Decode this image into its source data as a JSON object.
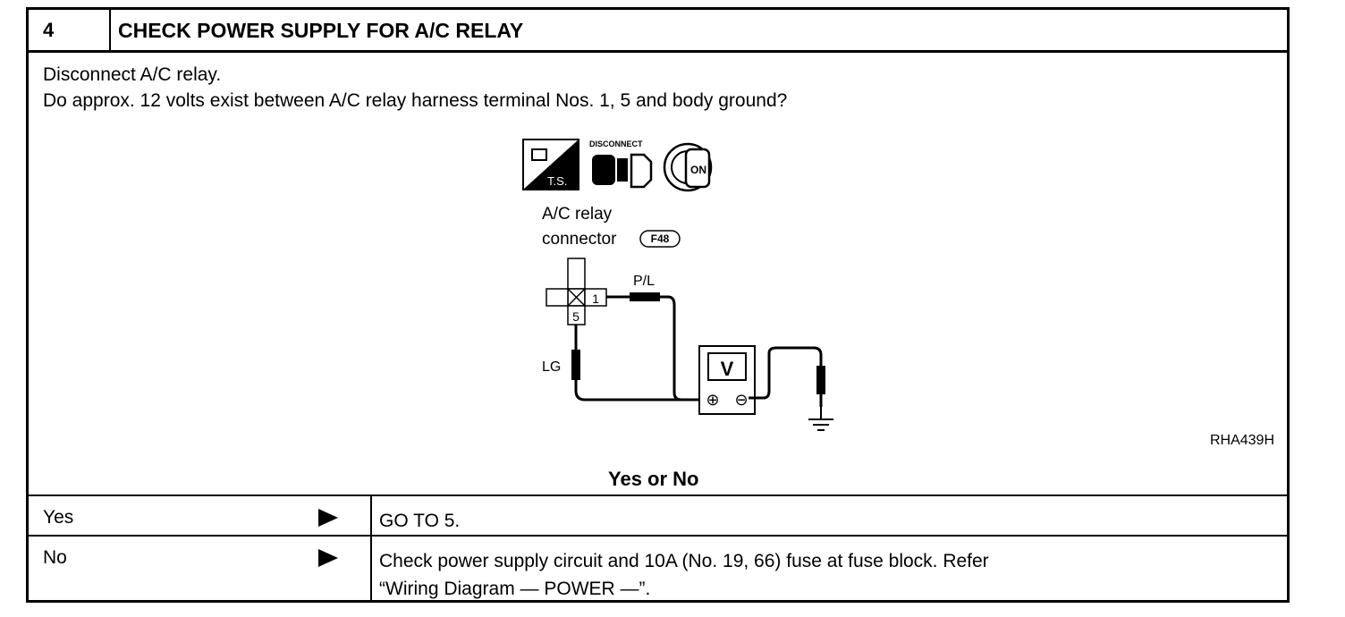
{
  "header": {
    "step_number": "4",
    "title": "CHECK POWER SUPPLY FOR A/C RELAY"
  },
  "instructions": [
    "Disconnect A/C relay.",
    "Do approx. 12 volts exist between A/C relay harness terminal Nos. 1, 5 and body ground?"
  ],
  "diagram": {
    "icon_ts": "T.S.",
    "icon_disconnect": "DISCONNECT",
    "icon_on": "ON",
    "connector_label_line1": "A/C  relay",
    "connector_label_line2": "connector",
    "connector_id": "F48",
    "terminal_1": "1",
    "terminal_5": "5",
    "wire_pl": "P/L",
    "wire_lg": "LG",
    "meter": "V",
    "plus": "⊕",
    "minus": "⊖",
    "reference": "RHA439H"
  },
  "question": "Yes or No",
  "rows": [
    {
      "answer": "Yes",
      "result_line1": "GO TO 5.",
      "result_line2": ""
    },
    {
      "answer": "No",
      "result_line1": "Check power supply circuit and 10A (No. 19, 66) fuse at fuse block. Refer",
      "result_line2": "“Wiring Diagram — POWER —”."
    }
  ]
}
